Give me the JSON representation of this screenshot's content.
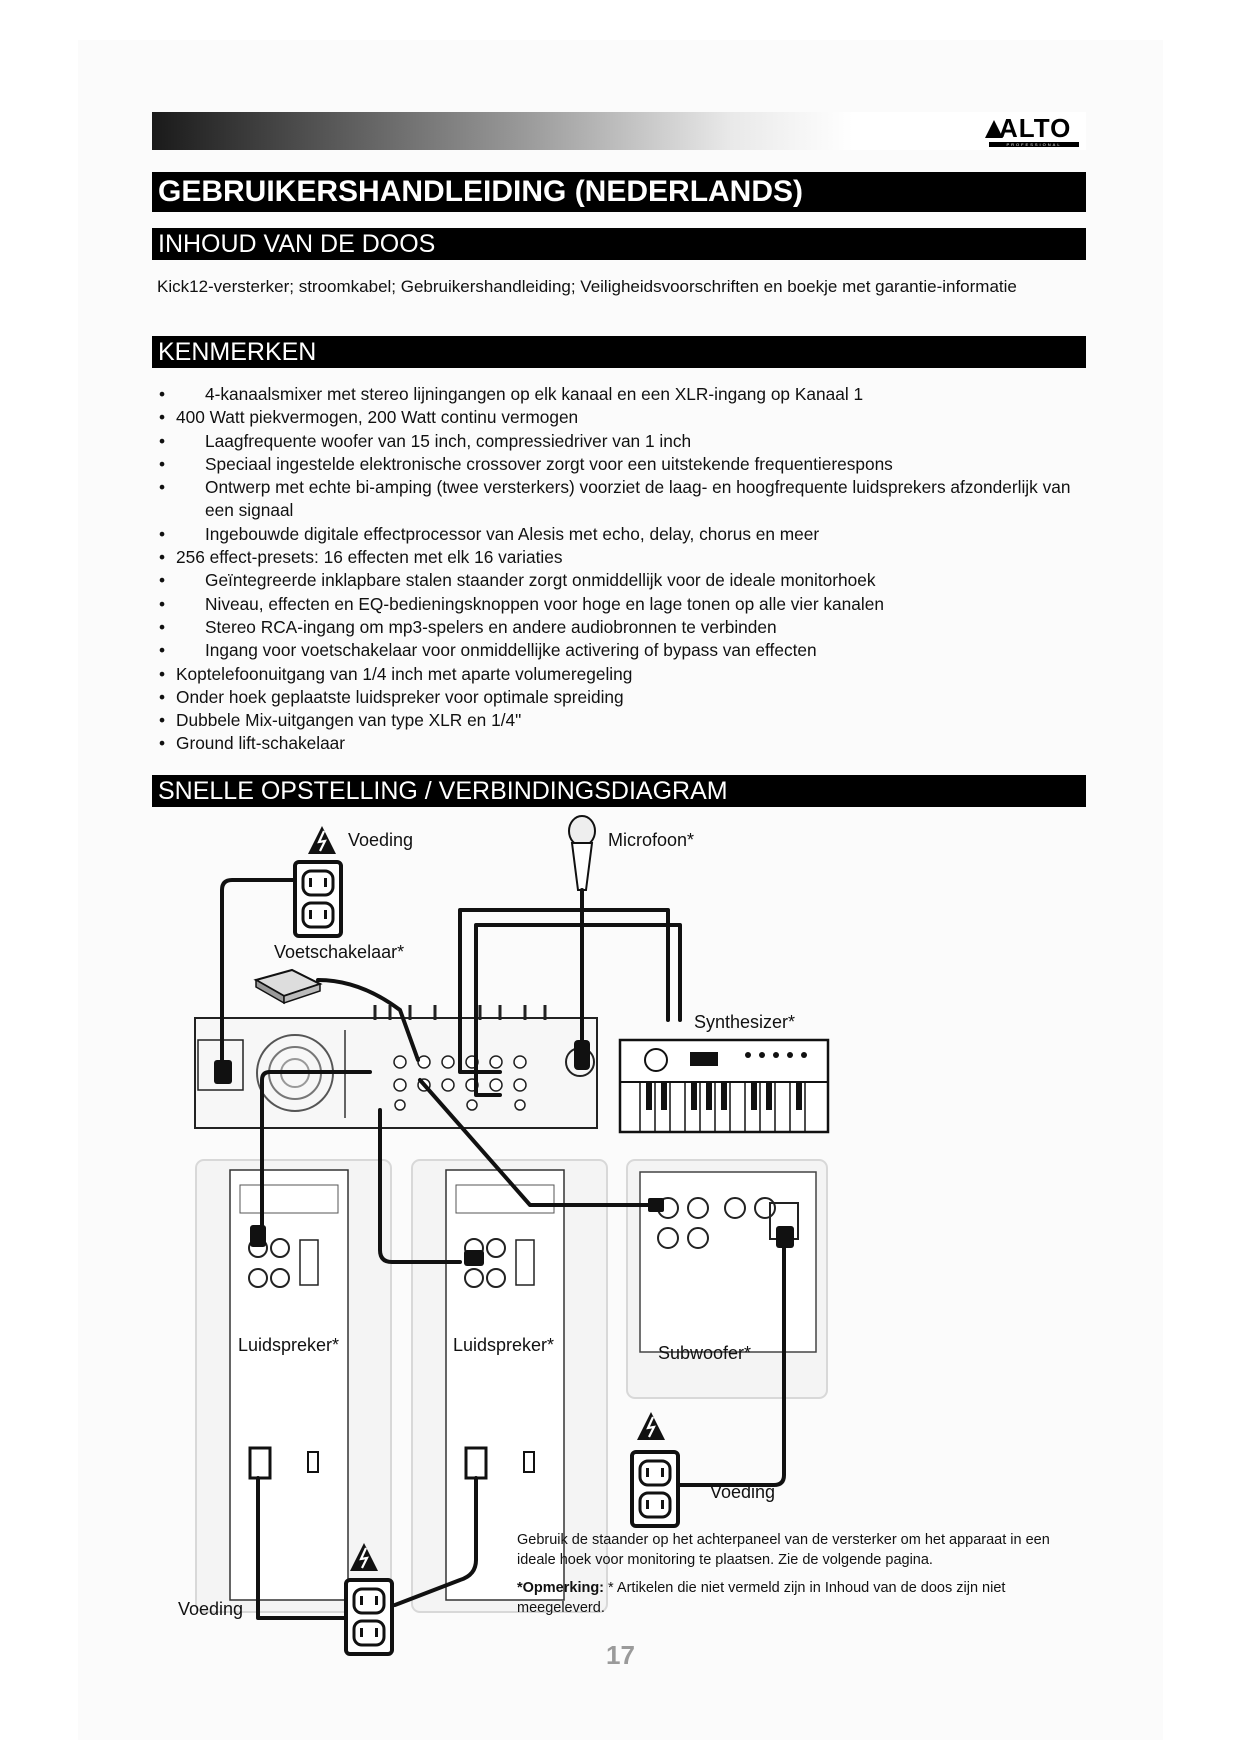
{
  "header": {
    "logo_text": "ALTO",
    "logo_subtext": "PROFESSIONAL"
  },
  "title": "GEBRUIKERSHANDLEIDING (NEDERLANDS)",
  "box_contents": {
    "heading": "INHOUD VAN DE DOOS",
    "text": "Kick12-versterker; stroomkabel; Gebruikershandleiding; Veiligheidsvoorschriften en boekje met garantie-informatie"
  },
  "features": {
    "heading": "KENMERKEN",
    "items": [
      "4-kanaalsmixer met stereo lijningangen op elk kanaal en een XLR-ingang op Kanaal 1",
      "400 Watt piekvermogen, 200 Watt continu vermogen",
      "Laagfrequente woofer van 15 inch, compressiedriver van 1 inch",
      "Speciaal ingestelde elektronische crossover zorgt voor een uitstekende frequentierespons",
      "Ontwerp met echte bi-amping (twee versterkers) voorziet de laag- en hoogfrequente luidsprekers afzonderlijk van een signaal",
      "Ingebouwde digitale effectprocessor van Alesis met echo, delay, chorus en meer",
      "256 effect-presets: 16 effecten met elk 16 variaties",
      "Geïntegreerde inklapbare stalen staander zorgt onmiddellijk voor de ideale monitorhoek",
      "Niveau, effecten en EQ-bedieningsknoppen voor hoge en lage tonen op alle vier kanalen",
      "Stereo RCA-ingang om mp3-spelers en andere audiobronnen te verbinden",
      "Ingang voor voetschakelaar voor onmiddellijke activering of bypass van effecten",
      "Koptelefoonuitgang van 1/4 inch met aparte volumeregeling",
      "Onder hoek geplaatste luidspreker voor optimale spreiding",
      "Dubbele Mix-uitgangen van type XLR en 1/4\"",
      "Ground lift-schakelaar"
    ]
  },
  "diagram": {
    "heading": "SNELLE OPSTELLING / VERBINDINGSDIAGRAM",
    "labels": {
      "voeding_top": "Voeding",
      "microfoon": "Microfoon*",
      "voetschakelaar": "Voetschakelaar*",
      "synthesizer": "Synthesizer*",
      "luidspreker_left": "Luidspreker*",
      "luidspreker_mid": "Luidspreker*",
      "subwoofer": "Subwoofer*",
      "voeding_right": "Voeding",
      "voeding_bottom": "Voeding"
    }
  },
  "notes": {
    "text": "Gebruik de staander op het achterpaneel van de versterker om het apparaat in een ideale hoek voor monitoring te plaatsen. Zie de volgende pagina.",
    "remark_label": "*Opmerking:",
    "remark_text": " * Artikelen die niet vermeld zijn in Inhoud van de doos zijn niet meegeleverd."
  },
  "page_number": "17"
}
